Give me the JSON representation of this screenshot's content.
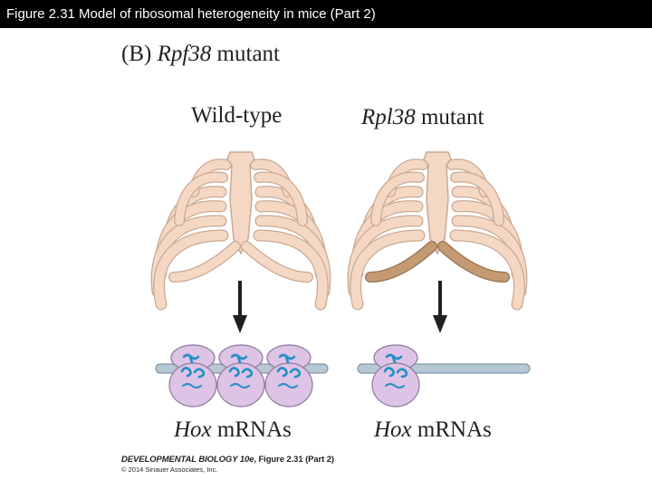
{
  "title_bar": {
    "text": "Figure 2.31  Model of ribosomal heterogeneity in mice (Part 2)"
  },
  "panel": {
    "letter": "(B)",
    "gene": "Rpf38",
    "suffix": "mutant"
  },
  "columns": {
    "wild_type": {
      "label": "Wild-type"
    },
    "mutant": {
      "gene": "Rpl38",
      "suffix": "mutant"
    }
  },
  "outputs": {
    "wild_type": {
      "gene": "Hox",
      "suffix": "mRNAs",
      "ribosome_count": 3
    },
    "mutant": {
      "gene": "Hox",
      "suffix": "mRNAs",
      "ribosome_count": 1
    }
  },
  "credit": {
    "book": "DEVELOPMENTAL BIOLOGY 10e",
    "figure": "Figure 2.31 (Part 2)",
    "copyright": "© 2014 Sinauer Associates, Inc."
  },
  "colors": {
    "bone": "#f5d8c4",
    "bone_outline": "#c8a994",
    "mutant_rib": "#c49a72",
    "mrna": "#b7c8d5",
    "ribosome": "#ddc3e6",
    "ribosome_outline": "#8d7a9c",
    "trna": "#1f8fc6",
    "arrow": "#231f20"
  }
}
